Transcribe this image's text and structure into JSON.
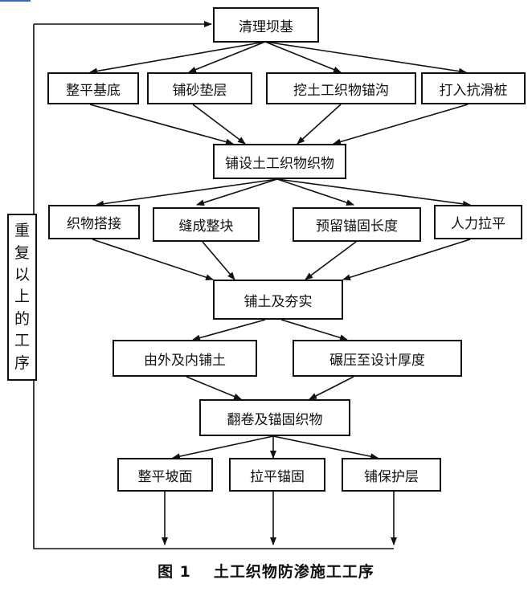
{
  "diagram": {
    "top": "清理坝基",
    "row1": [
      "整平基底",
      "铺砂垫层",
      "挖土工织物锚沟",
      "打入抗滑桩"
    ],
    "mid1": "铺设土工织物织物",
    "row2": [
      "织物搭接",
      "缝成整块",
      "预留锚固长度",
      "人力拉平"
    ],
    "mid2": "铺土及夯实",
    "row3": [
      "由外及内铺土",
      "碾压至设计厚度"
    ],
    "mid3": "翻卷及锚固织物",
    "row4": [
      "整平坡面",
      "拉平锚固",
      "铺保护层"
    ],
    "loop": [
      "重",
      "复",
      "以",
      "上",
      "的",
      "工",
      "序"
    ]
  },
  "caption": {
    "number": "图 1",
    "title": "土工织物防渗施工工序"
  }
}
